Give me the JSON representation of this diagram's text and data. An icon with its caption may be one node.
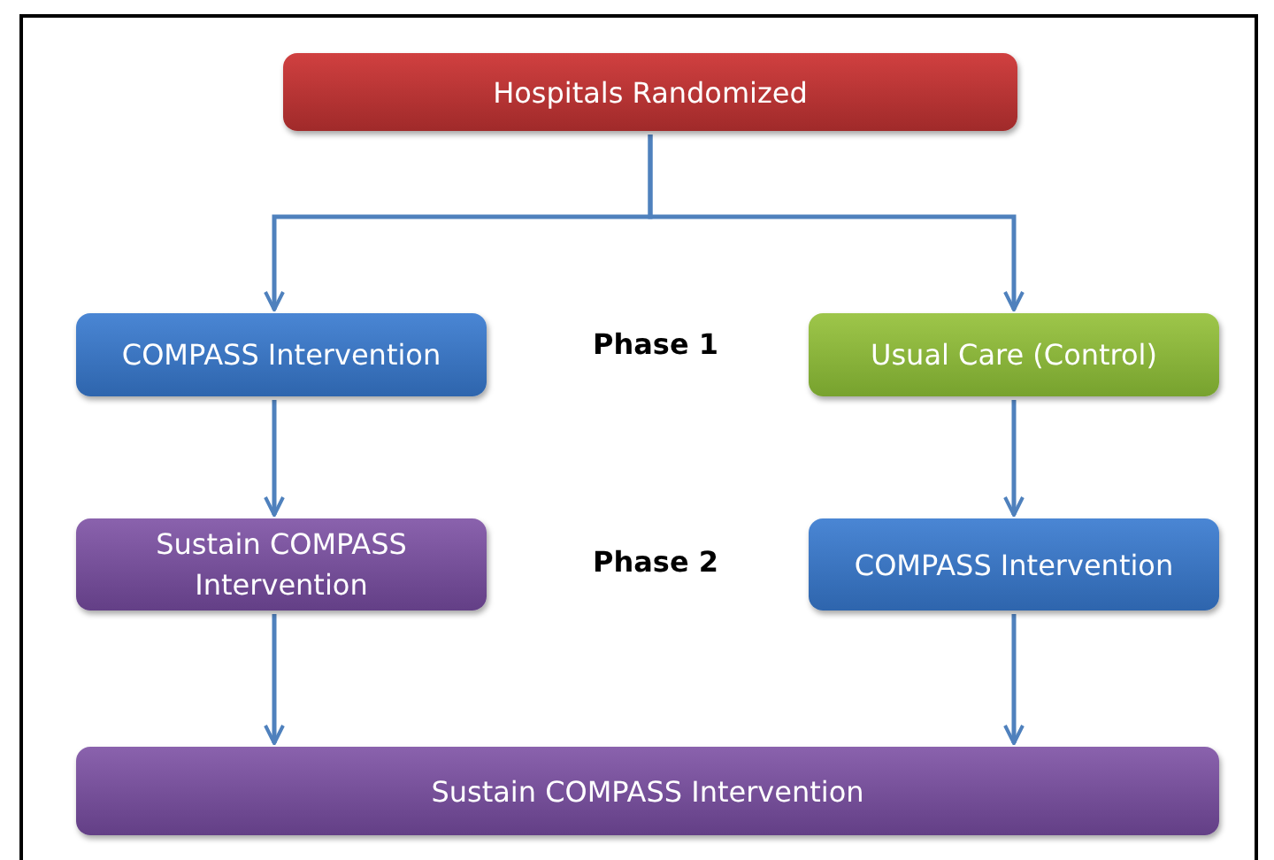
{
  "diagram": {
    "nodes": [
      {
        "text": [
          "Hospitals Randomized"
        ]
      },
      {
        "text": [
          "COMPASS Intervention"
        ]
      },
      {
        "text": [
          "Usual Care (Control)"
        ]
      },
      {
        "text": [
          "Sustain COMPASS Intervention"
        ]
      },
      {
        "text": [
          "COMPASS Intervention"
        ]
      },
      {
        "text": [
          "Sustain COMPASS Intervention"
        ]
      }
    ],
    "edges": [
      {
        "from": 0,
        "to": 1,
        "arrow": "to"
      },
      {
        "from": 0,
        "to": 2,
        "arrow": "to"
      },
      {
        "from": 1,
        "to": 3,
        "arrow": "to"
      },
      {
        "from": 2,
        "to": 4,
        "arrow": "to"
      },
      {
        "from": 3,
        "to": 5,
        "arrow": "to"
      },
      {
        "from": 4,
        "to": 5,
        "arrow": "to"
      }
    ],
    "labels": [
      "Phase 1",
      "Phase 2"
    ]
  }
}
